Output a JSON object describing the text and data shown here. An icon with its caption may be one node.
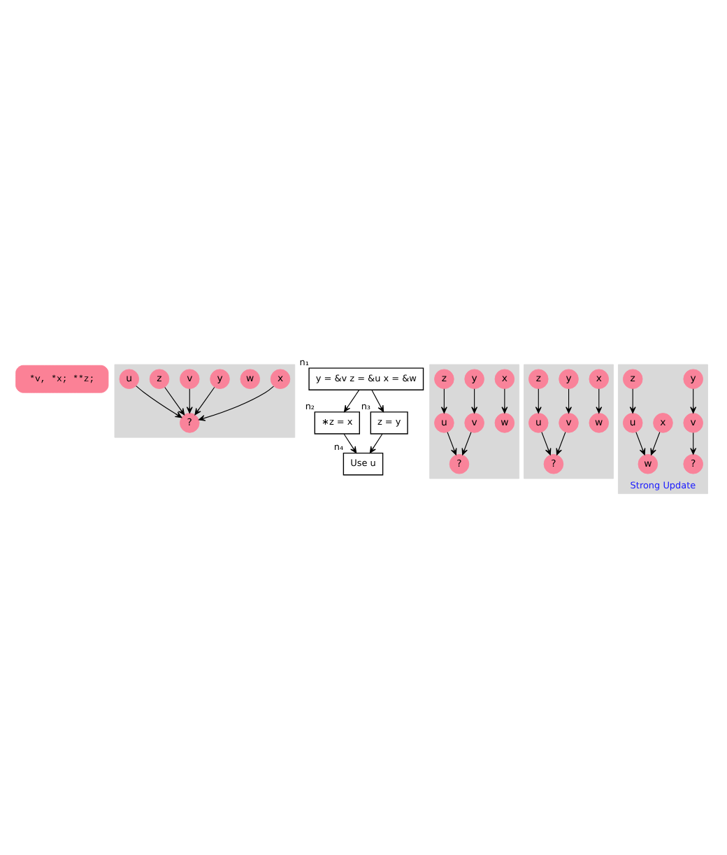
{
  "diagram": {
    "nodes": [
      {
        "text": [
          "*v, *x; **z;"
        ]
      },
      {
        "text": [],
        "shape": "box"
      },
      {
        "text": [
          "x"
        ],
        "in": 1
      },
      {
        "text": [
          "w"
        ],
        "in": 1
      },
      {
        "text": [
          "y"
        ],
        "in": 1
      },
      {
        "text": [
          "v"
        ],
        "in": 1
      },
      {
        "text": [
          "?"
        ],
        "in": 1
      },
      {
        "text": [
          "z"
        ],
        "in": 1
      },
      {
        "text": [
          "u"
        ],
        "in": 1
      },
      {
        "text": [
          "y = &v z = &u x = &w"
        ],
        "beside": [
          "n₁"
        ]
      },
      {
        "text": [],
        "shape": "box"
      },
      {
        "text": [
          "x"
        ],
        "in": 10
      },
      {
        "text": [
          "w"
        ],
        "in": 10
      },
      {
        "text": [
          "y"
        ],
        "in": 10
      },
      {
        "text": [
          "v"
        ],
        "in": 10
      },
      {
        "text": [
          "?"
        ],
        "in": 10
      },
      {
        "text": [
          "z"
        ],
        "in": 10
      },
      {
        "text": [
          "u"
        ],
        "in": 10
      },
      {
        "text": [],
        "shape": "box"
      },
      {
        "text": [
          "x"
        ],
        "in": 18
      },
      {
        "text": [
          "w"
        ],
        "in": 18
      },
      {
        "text": [
          "y"
        ],
        "in": 18
      },
      {
        "text": [
          "v"
        ],
        "in": 18
      },
      {
        "text": [
          "?"
        ],
        "in": 18
      },
      {
        "text": [
          "z"
        ],
        "in": 18
      },
      {
        "text": [
          "u"
        ],
        "in": 18
      },
      {
        "text": [
          "∗z = x"
        ],
        "beside": [
          "n₂"
        ]
      },
      {
        "text": [
          "z = y"
        ],
        "beside": [
          "n₃"
        ]
      },
      {
        "text": [],
        "shape": "box",
        "beside": [
          "Strong Update"
        ]
      },
      {
        "text": [
          "x"
        ],
        "in": 28
      },
      {
        "text": [
          "w"
        ],
        "in": 28
      },
      {
        "text": [
          "y"
        ],
        "in": 28
      },
      {
        "text": [
          "v"
        ],
        "in": 28
      },
      {
        "text": [
          "?"
        ],
        "in": 28
      },
      {
        "text": [
          "z"
        ],
        "in": 28
      },
      {
        "text": [
          "u"
        ],
        "in": 28
      },
      {
        "text": [
          "Use u"
        ],
        "beside": [
          "n₄"
        ]
      }
    ],
    "edges": [
      {
        "from": 4,
        "to": 6,
        "arrow": "to"
      },
      {
        "from": 2,
        "to": 6,
        "arrow": "to"
      },
      {
        "from": 5,
        "to": 6,
        "arrow": "to"
      },
      {
        "from": 7,
        "to": 6,
        "arrow": "to"
      },
      {
        "from": 8,
        "to": 6,
        "arrow": "to"
      },
      {
        "from": 11,
        "to": 12,
        "arrow": "to"
      },
      {
        "from": 13,
        "to": 14,
        "arrow": "to"
      },
      {
        "from": 14,
        "to": 15,
        "arrow": "to"
      },
      {
        "from": 16,
        "to": 17,
        "arrow": "to"
      },
      {
        "from": 17,
        "to": 15,
        "arrow": "to"
      },
      {
        "from": 19,
        "to": 20,
        "arrow": "to"
      },
      {
        "from": 21,
        "to": 22,
        "arrow": "to"
      },
      {
        "from": 22,
        "to": 23,
        "arrow": "to"
      },
      {
        "from": 24,
        "to": 25,
        "arrow": "to"
      },
      {
        "from": 25,
        "to": 23,
        "arrow": "to"
      },
      {
        "from": 29,
        "to": 30,
        "arrow": "to"
      },
      {
        "from": 31,
        "to": 32,
        "arrow": "to"
      },
      {
        "from": 32,
        "to": 33,
        "arrow": "to"
      },
      {
        "from": 34,
        "to": 35,
        "arrow": "to"
      },
      {
        "from": 35,
        "to": 30,
        "arrow": "to"
      },
      {
        "from": 9,
        "to": 26,
        "arrow": "to"
      },
      {
        "from": 9,
        "to": 27,
        "arrow": "to"
      },
      {
        "from": 26,
        "to": 36,
        "arrow": "to"
      },
      {
        "from": 27,
        "to": 36,
        "arrow": "to"
      }
    ]
  }
}
